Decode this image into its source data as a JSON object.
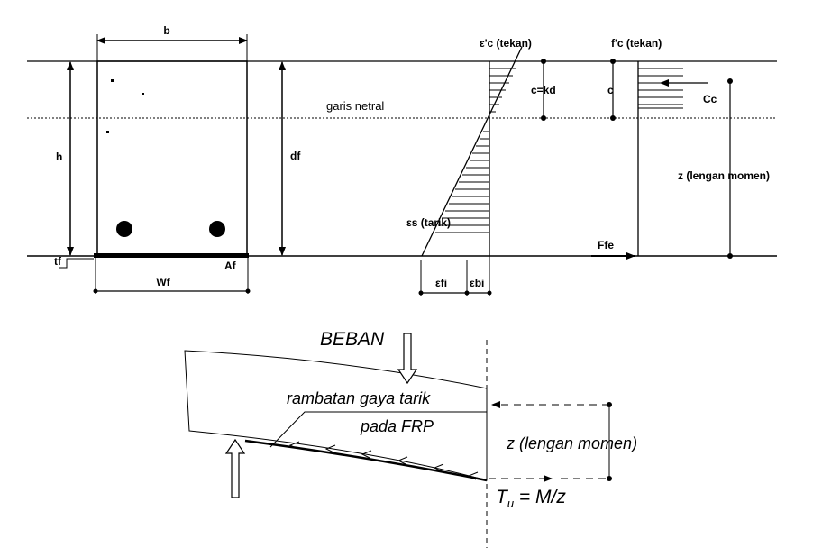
{
  "section": {
    "b": "b",
    "h": "h",
    "df": "df",
    "tf": "tf",
    "wf": "Wf",
    "af": "Af"
  },
  "neutral_axis": "garis netral",
  "strain": {
    "top": "ε'c (tekan)",
    "c_kd": "c=kd",
    "tension": "εs (tarik)",
    "efi": "εfi",
    "ebi": "εbi"
  },
  "stress": {
    "top": "f'c (tekan)",
    "c": "c",
    "cc": "Cc",
    "ffe": "Ffe",
    "z": "z (lengan momen)"
  },
  "beam": {
    "load": "BEBAN",
    "prop_line1": "rambatan gaya tarik",
    "prop_line2": "pada FRP",
    "z": "z (lengan momen)",
    "tu": "T",
    "tu_sub": "u",
    "tu_eq": " = M/z"
  }
}
